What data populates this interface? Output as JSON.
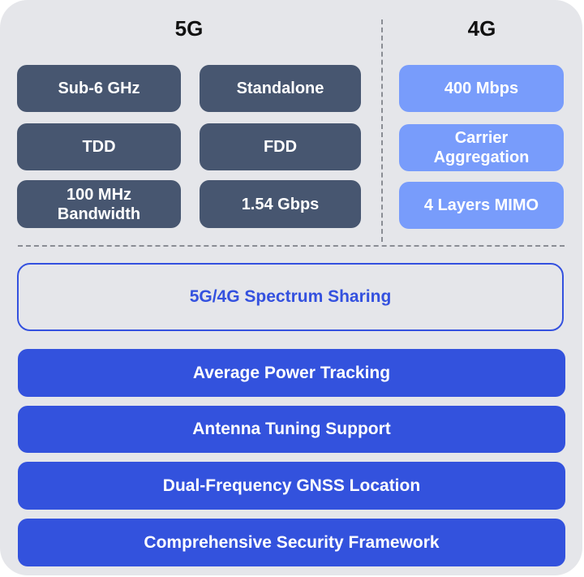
{
  "sections": {
    "g5": {
      "title": "5G",
      "features": [
        "Sub-6 GHz",
        "Standalone",
        "TDD",
        "FDD",
        "100 MHz\nBandwidth",
        "1.54 Gbps"
      ],
      "feature_lines": [
        [
          "Sub-6 GHz"
        ],
        [
          "Standalone"
        ],
        [
          "TDD"
        ],
        [
          "FDD"
        ],
        [
          "100 MHz",
          "Bandwidth"
        ],
        [
          "1.54 Gbps"
        ]
      ]
    },
    "g4": {
      "title": "4G",
      "feature_lines": [
        [
          "400 Mbps"
        ],
        [
          "Carrier",
          "Aggregation"
        ],
        [
          "4 Layers MIMO"
        ]
      ]
    }
  },
  "shared": {
    "spectrum_sharing": "5G/4G Spectrum Sharing",
    "capabilities": [
      "Average Power Tracking",
      "Antenna Tuning Support",
      "Dual-Frequency GNSS Location",
      "Comprehensive Security Framework"
    ]
  },
  "colors": {
    "panel_bg": "#e5e6ea",
    "g5_box": "#475670",
    "g4_box": "#789cfb",
    "accent_blue": "#3352dd",
    "outline_blue": "#3451df"
  }
}
